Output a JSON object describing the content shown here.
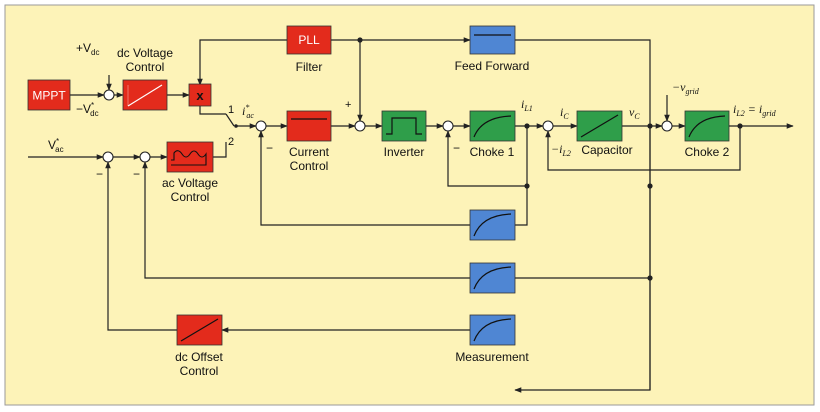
{
  "colors": {
    "background": "#fdf3b8",
    "red": "#e32b1c",
    "green": "#2f9e4a",
    "blue": "#4f86d3",
    "wire": "#222222"
  },
  "blocks": {
    "mppt": "MPPT",
    "multiplier": "x",
    "pll": "PLL",
    "filter": "Filter",
    "feed_forward": "Feed Forward",
    "dc_voltage_line1": "dc Voltage",
    "dc_voltage_line2": "Control",
    "current_line1": "Current",
    "current_line2": "Control",
    "inverter": "Inverter",
    "choke1": "Choke 1",
    "capacitor": "Capacitor",
    "choke2": "Choke 2",
    "ac_voltage_line1": "ac Voltage",
    "ac_voltage_line2": "Control",
    "dc_offset_line1": "dc Offset",
    "dc_offset_line2": "Control",
    "measurement": "Measurement"
  },
  "signals": {
    "vdc_plus": "+V",
    "vdc_plus_sub": "dc",
    "vdc_ref": "−V",
    "vdc_ref_sup": "*",
    "vdc_ref_sub": "dc",
    "vac_ref": "V",
    "vac_ref_sup": "*",
    "vac_ref_sub": "ac",
    "iac_ref": "i",
    "iac_ref_sup": "*",
    "iac_ref_sub": "ac",
    "switch_pos1": "1",
    "switch_pos2": "2",
    "plus_sign": "+",
    "minus_sign": "−",
    "il1": "i",
    "il1_sub": "L1",
    "ic": "i",
    "ic_sub": "C",
    "minus_il2": "−i",
    "minus_il2_sub": "L2",
    "vc": "v",
    "vc_sub": "C",
    "vgrid": "−v",
    "vgrid_sub": "grid",
    "il2_out": "i",
    "il2_out_sub": "L2",
    "il2_eq": " = i",
    "igrid_sub": "grid"
  }
}
